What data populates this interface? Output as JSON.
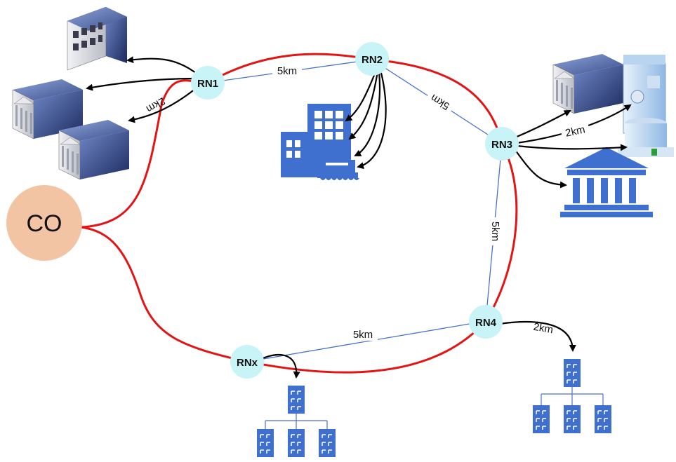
{
  "central_office": {
    "label": "CO",
    "color": "#f3c4a4"
  },
  "remote_nodes": [
    {
      "id": "rn1",
      "label": "RN1"
    },
    {
      "id": "rn2",
      "label": "RN2"
    },
    {
      "id": "rn3",
      "label": "RN3"
    },
    {
      "id": "rn4",
      "label": "RN4"
    },
    {
      "id": "rnx",
      "label": "RNx"
    }
  ],
  "links": [
    {
      "id": "rn1-rn2",
      "distance": "5km"
    },
    {
      "id": "rn2-rn3",
      "distance": "5km"
    },
    {
      "id": "rn3-rn4",
      "distance": "5km"
    },
    {
      "id": "rn4-rnx",
      "distance": "5km"
    }
  ],
  "drops": [
    {
      "id": "rn1-drop",
      "distance": "2km"
    },
    {
      "id": "rn3-drop",
      "distance": "2km"
    },
    {
      "id": "rn4-drop",
      "distance": "2km"
    }
  ],
  "colors": {
    "ring": "#e31414",
    "link": "#4a72c4",
    "node": "#c8f3f7",
    "building": "#3f6fcf",
    "arrow": "#000000"
  }
}
